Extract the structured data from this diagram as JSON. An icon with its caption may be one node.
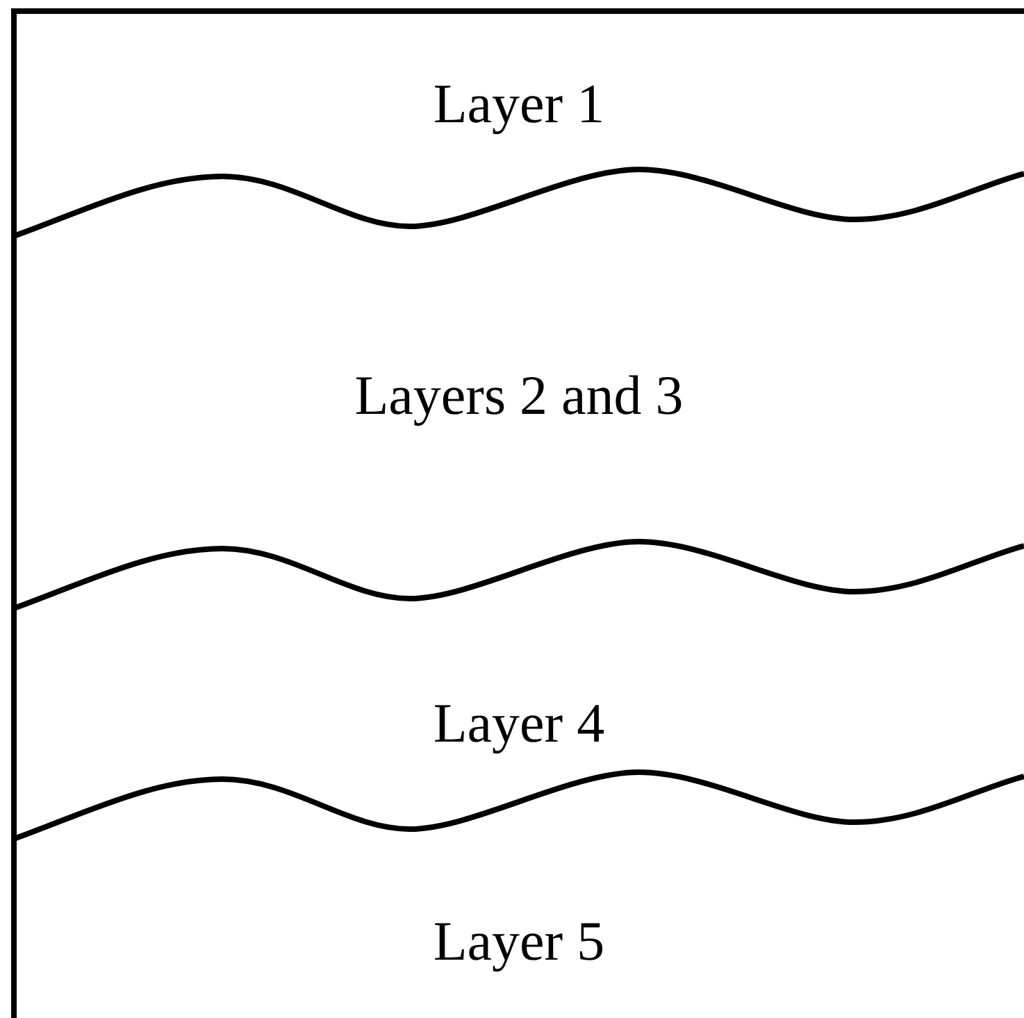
{
  "diagram": {
    "nodes": [
      {
        "text": [
          "Layer 1"
        ]
      },
      {
        "text": [
          "Layers 2 and 3"
        ]
      },
      {
        "text": [
          "Layer 4"
        ]
      },
      {
        "text": [
          "Layer 5"
        ]
      }
    ],
    "edges": []
  }
}
